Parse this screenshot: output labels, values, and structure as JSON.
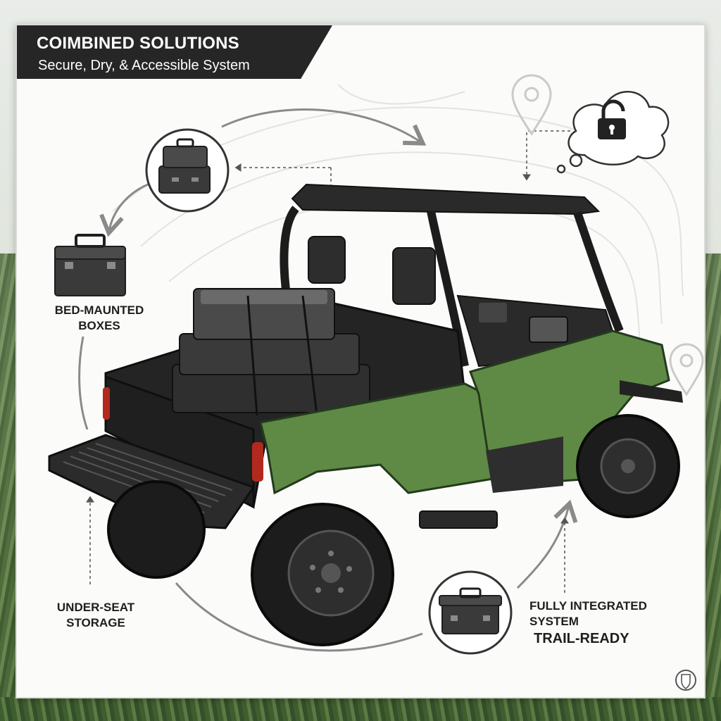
{
  "banner": {
    "title": "COIMBINED SOLUTIONS",
    "subtitle": "Secure, Dry, & Accessible System"
  },
  "labels": {
    "bed_mounted_line1": "BED-MAUNTED",
    "bed_mounted_line2": "BOXES",
    "under_seat_line1": "UNDER-SEAT",
    "under_seat_line2": "STORAGE",
    "integrated_line1": "FULLY INTEGRATED",
    "integrated_line2": "SYSTEM",
    "trail_ready": "TRAIL-READY"
  },
  "icons": [
    "toolbox-icon",
    "lock-icon",
    "map-pin-icon",
    "thought-cloud-icon",
    "utv-vehicle-icon",
    "shield-badge-icon"
  ],
  "colors": {
    "banner_bg": "#262626",
    "vehicle_green": "#5f8a46",
    "vehicle_dark": "#2b2b2b",
    "box_gray": "#3a3a3a",
    "line_gray": "#8a8a8a"
  }
}
